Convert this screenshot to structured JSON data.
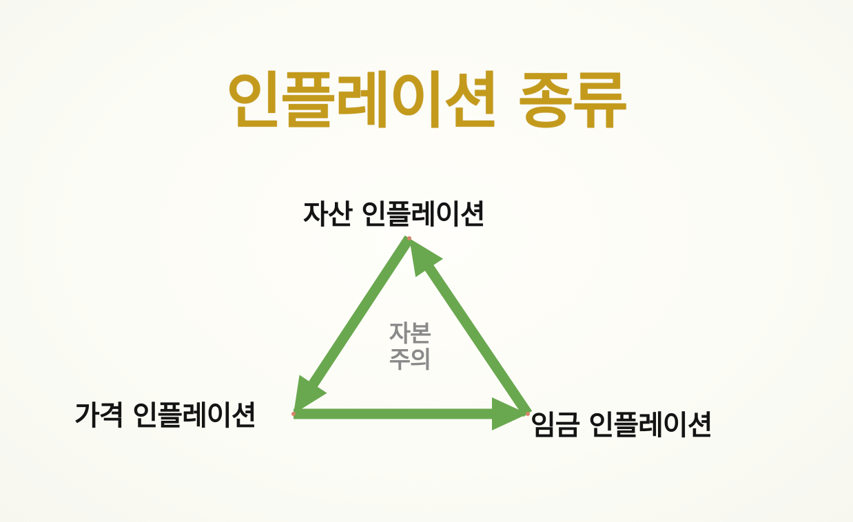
{
  "title": "인플레이션 종류",
  "nodes": {
    "top": "자산 인플레이션",
    "left": "가격 인플레이션",
    "right": "임금 인플레이션"
  },
  "center": {
    "line1": "자본",
    "line2": "주의"
  },
  "colors": {
    "title": "#c39a1c",
    "arrow": "#6aa84f",
    "label": "#141414",
    "center": "#8a8a8a"
  },
  "arrows": [
    {
      "from": "top",
      "to": "left"
    },
    {
      "from": "left",
      "to": "right"
    },
    {
      "from": "right",
      "to": "top"
    }
  ]
}
